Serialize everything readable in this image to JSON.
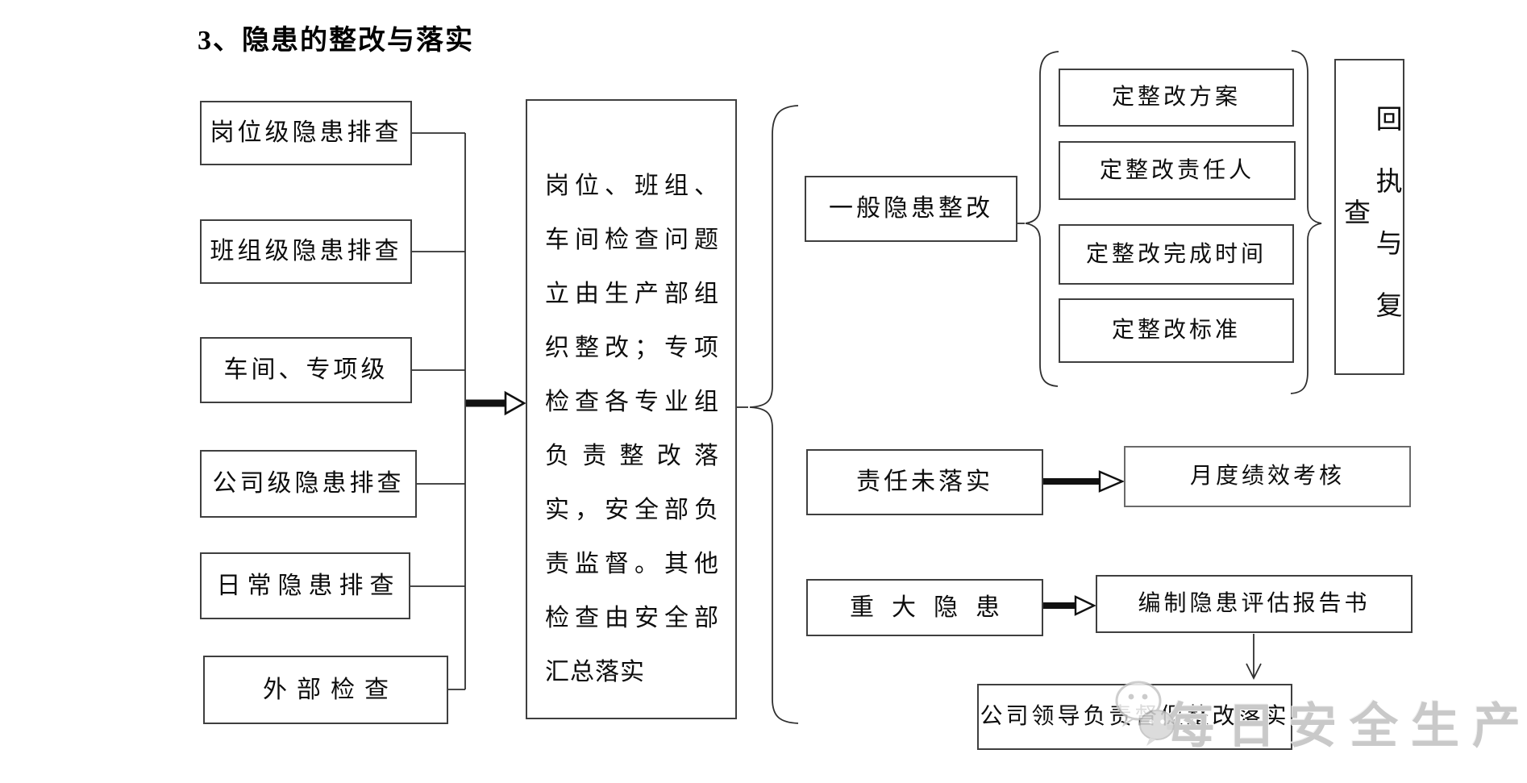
{
  "title": "3、隐患的整改与落实",
  "flowchart": {
    "left_column": [
      "岗位级隐患排查",
      "班组级隐患排查",
      "车间、专项级",
      "公司级隐患排查",
      "日常隐患排查",
      "外部检查"
    ],
    "center_note": "岗位、班组、车间检查问题立由生产部组织整改；专项检查各专业组负责整改落实，安全部负责监督。其他检查由安全部汇总落实",
    "general_branch": "一般隐患整改",
    "general_steps": [
      "定整改方案",
      "定整改责任人",
      "定整改完成时间",
      "定整改标准"
    ],
    "receipt_review": "回执与复查",
    "unfulfilled_branch": "责任未落实",
    "monthly_assessment": "月度绩效考核",
    "major_branch": "重大隐患",
    "report_box": "编制隐患评估报告书",
    "leader_box": "公司领导负责督促整改落实"
  },
  "watermark": {
    "text": "每日安全生产",
    "icon": "wechat-logo",
    "color": "#c9c9c9"
  },
  "line_color": "#2f2f2f"
}
